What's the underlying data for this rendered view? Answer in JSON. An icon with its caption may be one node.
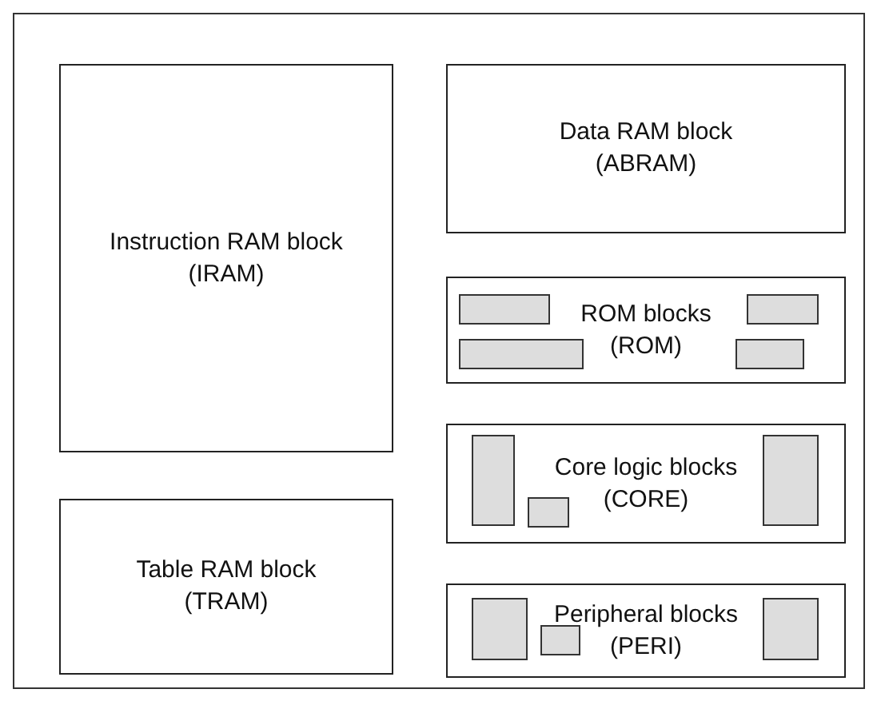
{
  "diagram": {
    "nodes": [
      {
        "text": [
          "Instruction RAM block",
          "(IRAM)"
        ]
      },
      {
        "text": [
          "Table RAM block",
          "(TRAM)"
        ]
      },
      {
        "text": [
          "Data RAM block",
          "(ABRAM)"
        ]
      },
      {
        "text": [
          "ROM blocks",
          "(ROM)"
        ]
      },
      {
        "text": [],
        "shape": "box",
        "in": 3
      },
      {
        "text": [],
        "shape": "box",
        "in": 3
      },
      {
        "text": [],
        "shape": "box",
        "in": 3
      },
      {
        "text": [],
        "shape": "box",
        "in": 3
      },
      {
        "text": [
          "Core logic blocks",
          "(CORE)"
        ]
      },
      {
        "text": [],
        "shape": "box",
        "in": 8
      },
      {
        "text": [],
        "shape": "box",
        "in": 8
      },
      {
        "text": [],
        "shape": "box",
        "in": 8
      },
      {
        "text": [
          "Peripheral blocks",
          "(PERI)"
        ]
      },
      {
        "text": [],
        "shape": "box",
        "in": 12
      },
      {
        "text": [],
        "shape": "box",
        "in": 12
      },
      {
        "text": [],
        "shape": "box",
        "in": 12
      }
    ]
  }
}
